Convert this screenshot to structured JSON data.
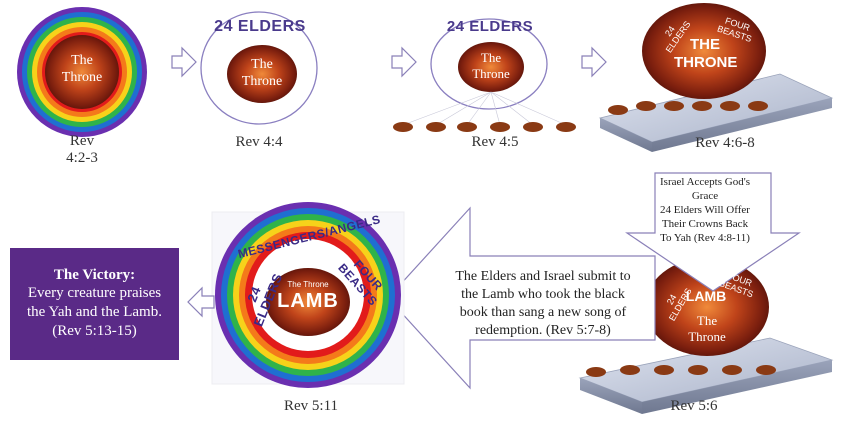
{
  "scenes": {
    "s1": {
      "center": "The\nThrone",
      "caption": "Rev\n4:2-3"
    },
    "s2": {
      "top": "24 ELDERS",
      "center": "The\nThrone",
      "caption": "Rev 4:4"
    },
    "s3": {
      "top": "24 ELDERS",
      "center": "The\nThrone",
      "caption": "Rev 4:5"
    },
    "s4": {
      "left": "24 ELDERS",
      "right": "FOUR BEASTS",
      "center": "THE\nTHRONE",
      "caption": "Rev 4:6-8"
    },
    "s5": {
      "left": "24 ELDERS",
      "right": "FOUR BEASTS",
      "lamb": "LAMB",
      "center": "The\nThrone",
      "caption": "Rev 5:6"
    },
    "s6": {
      "ring_top": "MESSENGERS/ANGELS",
      "ring_mid_left": "24 ELDERS",
      "ring_mid_right": "FOUR BEASTS",
      "inner": "The Throne",
      "lamb": "LAMB",
      "caption": "Rev 5:11"
    }
  },
  "grace_arrow_text": "Israel Accepts God's\nGrace\n24 Elders Will Offer\nTheir Crowns Back\nTo Yah (Rev 4:8-11)",
  "submit_arrow_text": "The Elders and Israel submit to\nthe Lamb who took the black\nbook than sang a new song of\nredemption. (Rev 5:7-8)",
  "victory": {
    "title": "The Victory:",
    "body": "Every creature praises\nthe Yah and the Lamb.\n(Rev 5:13-15)",
    "color": "#5a2a87"
  },
  "colors": {
    "rainbow": [
      "#e21b1b",
      "#f47a1a",
      "#f7d21a",
      "#2fb34a",
      "#1f6fd1",
      "#6a2fb0"
    ],
    "ellipse_text": "#4a3a8c",
    "fire": "#8a2a10"
  }
}
